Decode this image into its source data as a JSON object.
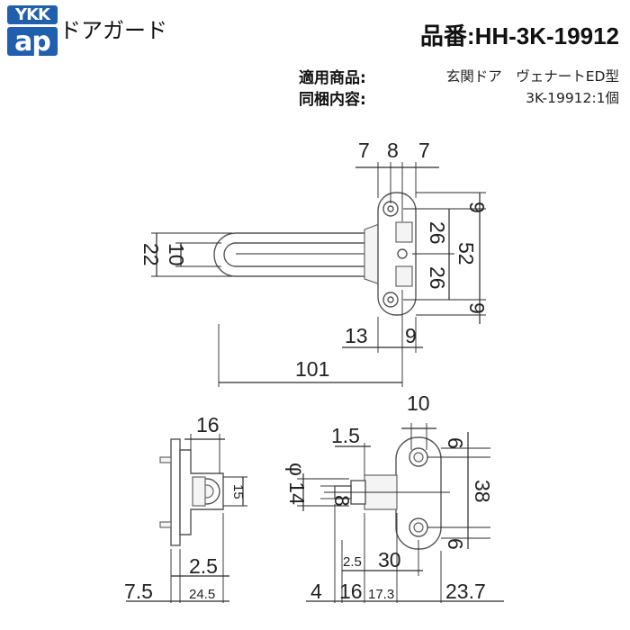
{
  "header": {
    "logo_top": "YKK",
    "logo_bottom": "ap",
    "product_name": "ドアガード",
    "part_number": "品番:HH-3K-19912"
  },
  "info": {
    "applicable_label": "適用商品:",
    "applicable_value": "玄関ドア　ヴェナートED型",
    "contents_label": "同梱内容:",
    "contents_value": "3K-19912:1個"
  },
  "colors": {
    "logo_blue": "#1f5fae",
    "line": "#2a2a2a"
  },
  "dimensions": {
    "top_7a": "7",
    "top_8": "8",
    "top_7b": "7",
    "right_9a": "9",
    "right_26a": "26",
    "right_52": "52",
    "right_26b": "26",
    "right_9b": "9",
    "left_22": "22",
    "left_10": "10",
    "mid_13": "13",
    "mid_9": "9",
    "length_101": "101",
    "bl_16": "16",
    "bl_15": "15",
    "bl_2_5": "2.5",
    "bl_7_5": "7.5",
    "bl_24_5": "24.5",
    "br_10": "10",
    "br_1_5": "1.5",
    "br_6a": "6",
    "br_38": "38",
    "br_6b": "6",
    "br_phi14": "φ 14",
    "br_8": "8",
    "br_2_5": "2.5",
    "br_30": "30",
    "br_4": "4",
    "br_16": "16",
    "br_17_3": "17.3",
    "br_23_7": "23.7"
  }
}
